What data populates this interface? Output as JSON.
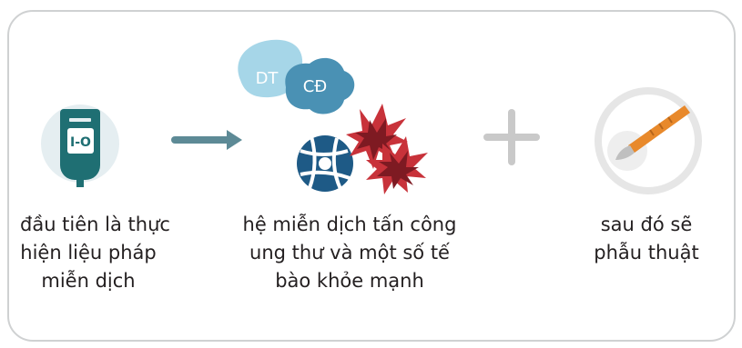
{
  "step1": {
    "badge": "I-O",
    "caption": [
      "đầu tiên là thực",
      "hiện liệu pháp",
      "miễn dịch"
    ]
  },
  "step2": {
    "cell_labels": [
      "DT",
      "CĐ"
    ],
    "caption": [
      "hệ miễn dịch tấn công",
      "ung thư và một số tế",
      "bào khỏe mạnh"
    ]
  },
  "step3": {
    "caption": [
      "sau đó sẽ",
      "phẫu thuật"
    ]
  },
  "colors": {
    "frame": "#cfd1d2",
    "teal_circle": "#e5eef1",
    "iv_bag": "#1f6f73",
    "arrow": "#5d8a96",
    "plus": "#c9c9c9",
    "dt_cell": "#a6d6e8",
    "cd_cell": "#4a91b4",
    "immune_cell": "#1e5a86",
    "cancer_cell": "#c8323a",
    "scalpel_handle": "#e8892b"
  },
  "icons": [
    "iv-bag-icon",
    "arrow-right-icon",
    "immune-cells-icon",
    "cancer-cells-icon",
    "plus-icon",
    "scalpel-icon"
  ]
}
